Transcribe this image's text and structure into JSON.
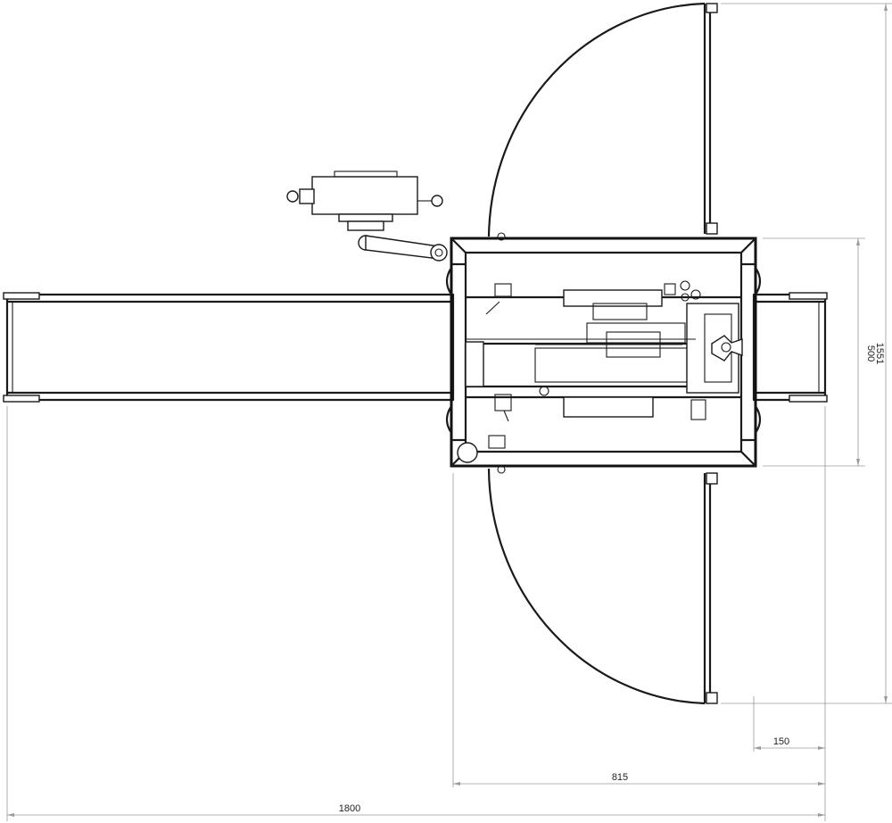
{
  "dimensions": {
    "overall_width": "1800",
    "frame_to_conveyor_end": "815",
    "conveyor_overhang": "150",
    "frame_depth": "500",
    "door_span": "1551"
  }
}
